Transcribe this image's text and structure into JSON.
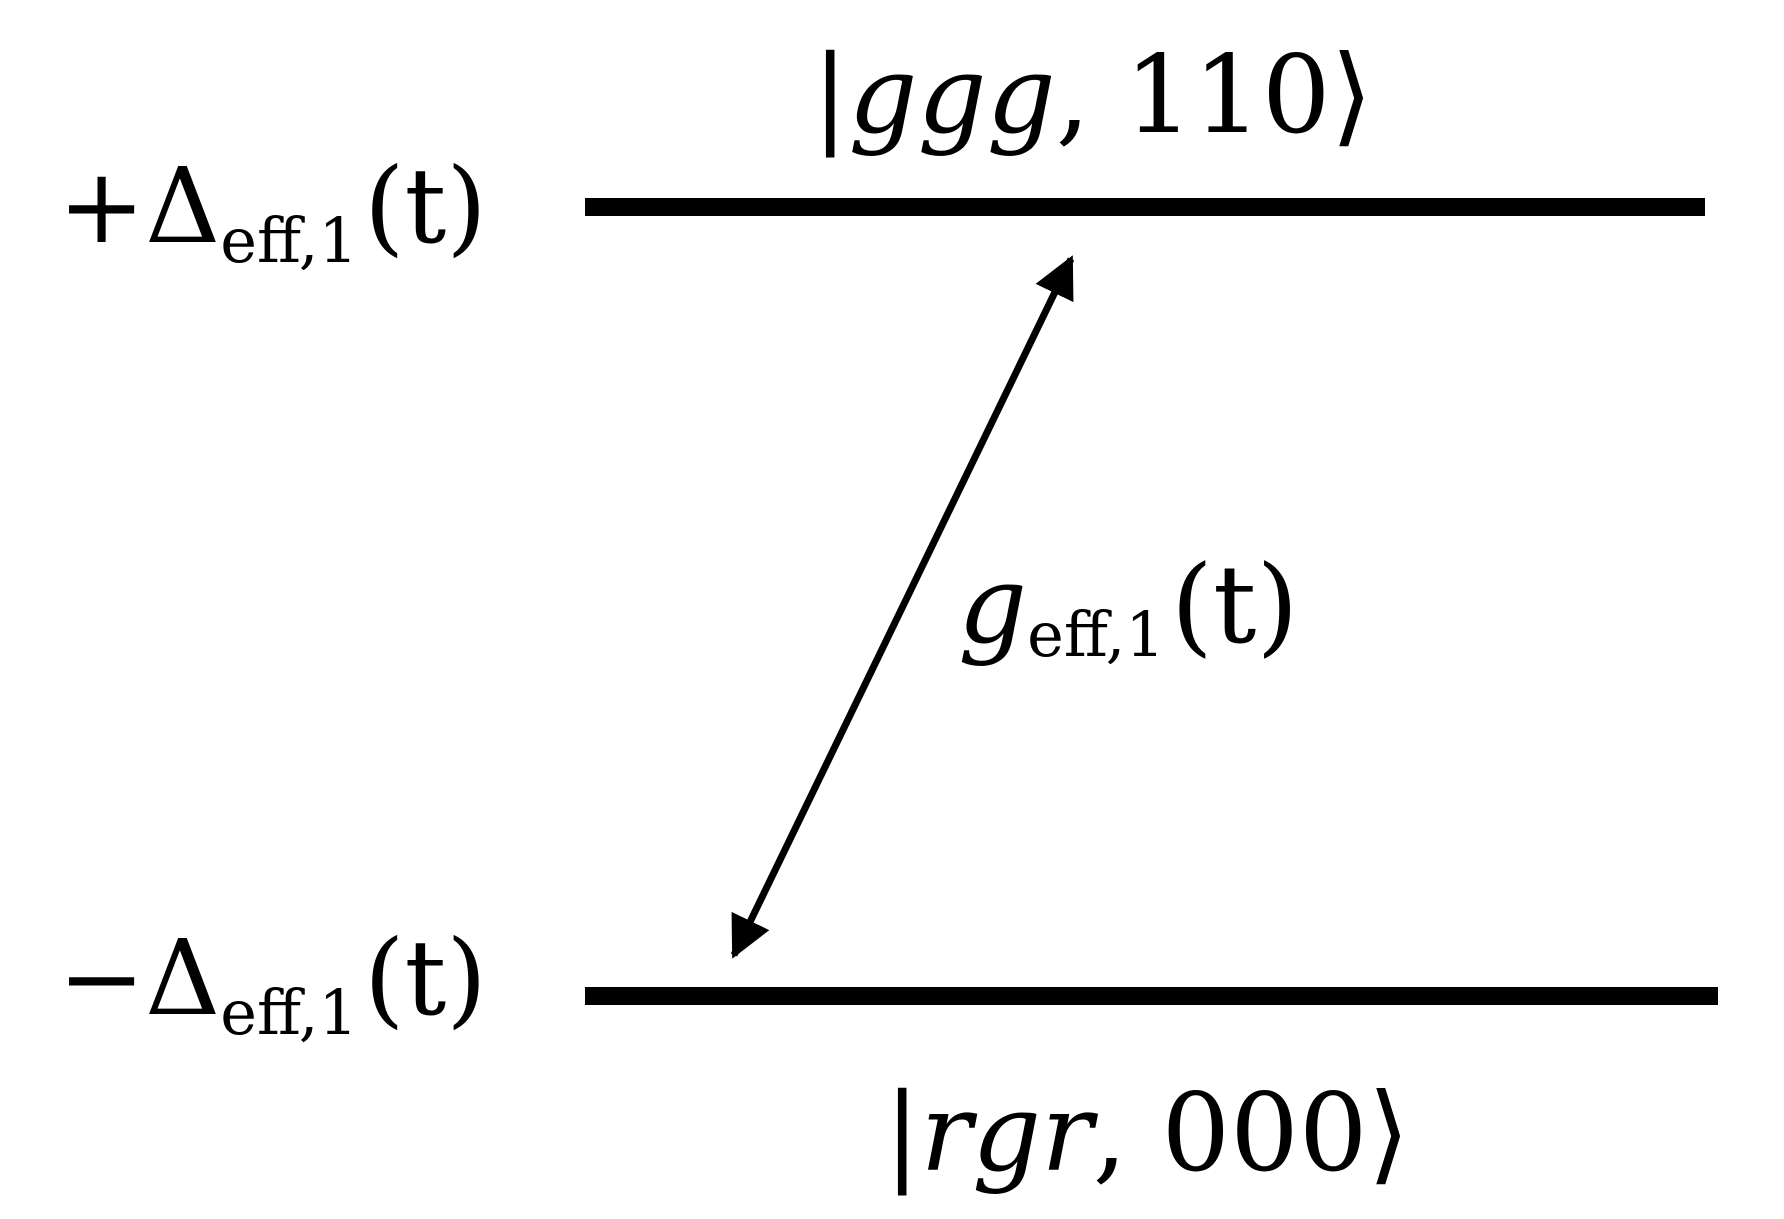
{
  "diagram": {
    "levels": {
      "upper": {
        "energy": {
          "sign": "+",
          "symbol": "Δ",
          "subscript": "eff,1",
          "argument": "(t)"
        },
        "state": {
          "open": "|",
          "atoms": "ggg",
          "sep": ", ",
          "photons": "110",
          "close": "⟩"
        }
      },
      "lower": {
        "energy": {
          "sign": "−",
          "symbol": "Δ",
          "subscript": "eff,1",
          "argument": "(t)"
        },
        "state": {
          "open": "|",
          "atoms": "rgr",
          "sep": ", ",
          "photons": "000",
          "close": "⟩"
        }
      }
    },
    "coupling": {
      "symbol": "g",
      "subscript": "eff,1",
      "argument": "(t)"
    },
    "colors": {
      "line": "#000000",
      "text": "#000000",
      "background": "#ffffff"
    }
  }
}
